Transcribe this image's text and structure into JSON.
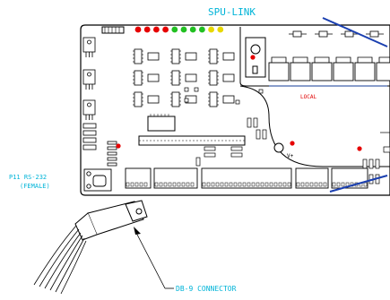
{
  "labels": {
    "spu_link": "SPU-LINK",
    "local": "LOCAL",
    "vplus": "V+",
    "p11_line1": "P11 RS-232",
    "p11_line2": "(FEMALE)",
    "db9_connector": "DB-9 CONNECTOR"
  },
  "colors": {
    "outline": "#000000",
    "label_cyan": "#00b4d8",
    "label_red": "#e00000",
    "label_blue": "#1a4fc8",
    "slash_blue": "#1a3fb0",
    "led_red": "#e60000",
    "led_green": "#22c022",
    "led_yellow": "#e8d800",
    "board_fill": "#ffffff"
  },
  "led_strip": [
    "red",
    "red",
    "red",
    "red",
    "green",
    "green",
    "green",
    "green",
    "yellow",
    "yellow"
  ],
  "dots": [
    "red",
    "red",
    "red",
    "red"
  ]
}
